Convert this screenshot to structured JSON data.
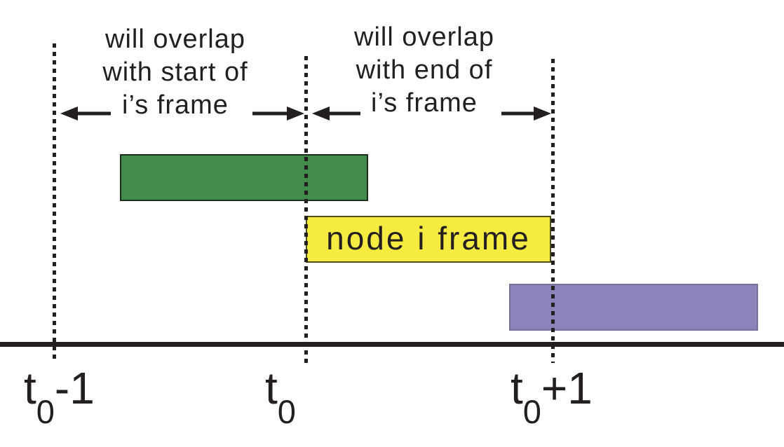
{
  "figure": {
    "description": "frame overlap timing diagram",
    "colors": {
      "ink": "#231f20",
      "background": "#ffffff",
      "frame_green": "#418c4b",
      "frame_yellow": "#f5eb41",
      "frame_purple": "#8a84ba"
    },
    "annotations": {
      "overlap_start": {
        "lines": [
          "will overlap",
          "with start of",
          "i’s frame"
        ]
      },
      "overlap_end": {
        "lines": [
          "will overlap",
          "with end of",
          "i’s frame"
        ]
      }
    },
    "frames": {
      "green": {
        "label": ""
      },
      "yellow": {
        "label": "node i frame"
      },
      "purple": {
        "label": ""
      }
    },
    "time_axis": {
      "ticks": [
        {
          "base": "t",
          "subscript": "0",
          "offset": "-1"
        },
        {
          "base": "t",
          "subscript": "0",
          "offset": ""
        },
        {
          "base": "t",
          "subscript": "0",
          "offset": "+1"
        }
      ]
    }
  }
}
